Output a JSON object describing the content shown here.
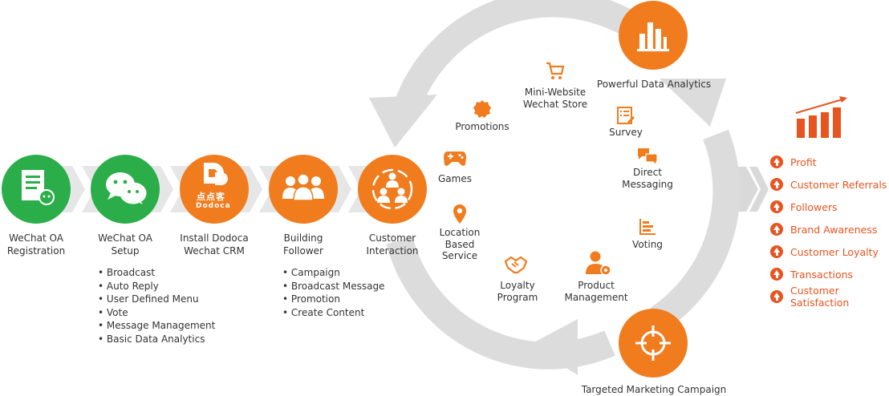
{
  "colors": {
    "green": "#2bae4a",
    "orange": "#f07c1e",
    "red": "#e8541f",
    "grey": "#dcdcdc"
  },
  "steps": [
    {
      "label_line1": "WeChat OA",
      "label_line2": "Registration",
      "icon": "document-wechat-icon"
    },
    {
      "label_line1": "WeChat OA",
      "label_line2": "Setup",
      "icon": "wechat-icon",
      "features": [
        "Broadcast",
        "Auto Reply",
        "User Defined Menu",
        "Vote",
        "Message Management",
        "Basic Data Analytics"
      ]
    },
    {
      "label_line1": "Install Dodoca",
      "label_line2": "Wechat CRM",
      "icon": "dodoca-logo",
      "logo_cn": "点点客",
      "logo_en": "Dodoca"
    },
    {
      "label_line1": "Building",
      "label_line2": "Follower",
      "icon": "group-icon",
      "features": [
        "Campaign",
        "Broadcast Message",
        "Promotion",
        "Create Content"
      ]
    },
    {
      "label_line1": "Customer",
      "label_line2": "Interaction",
      "icon": "interaction-icon"
    }
  ],
  "cycle": {
    "analytics": "Powerful Data Analytics",
    "targeted": "Targeted Marketing Campaign",
    "features": {
      "store": [
        "Mini-Website",
        "Wechat Store"
      ],
      "promotions": [
        "Promotions"
      ],
      "survey": [
        "Survey"
      ],
      "games": [
        "Games"
      ],
      "direct": [
        "Direct",
        "Messaging"
      ],
      "location": [
        "Location",
        "Based",
        "Service"
      ],
      "voting": [
        "Voting"
      ],
      "loyalty": [
        "Loyalty",
        "Program"
      ],
      "product": [
        "Product",
        "Management"
      ]
    }
  },
  "results": [
    "Profit",
    "Customer Referrals",
    "Followers",
    "Brand Awareness",
    "Customer Loyalty",
    "Transactions",
    "Customer Satisfaction"
  ]
}
